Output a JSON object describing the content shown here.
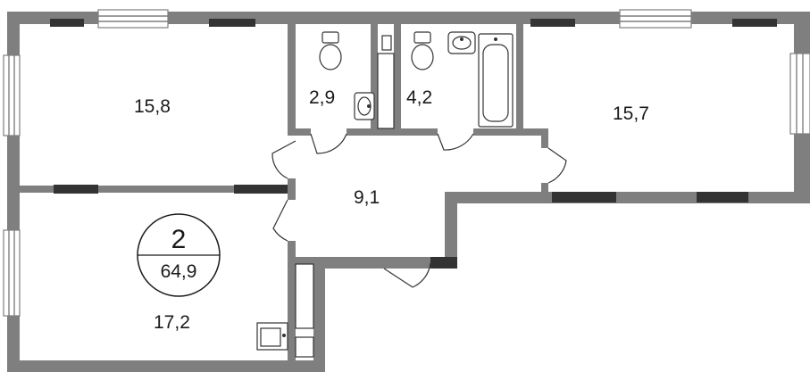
{
  "plan": {
    "rooms": [
      {
        "id": "room-1",
        "label": "15,8"
      },
      {
        "id": "bath-1",
        "label": "2,9"
      },
      {
        "id": "bath-2",
        "label": "4,2"
      },
      {
        "id": "room-2",
        "label": "15,7"
      },
      {
        "id": "hall",
        "label": "9,1"
      },
      {
        "id": "kitchen",
        "label": "17,2"
      }
    ],
    "badge": {
      "rooms_count": "2",
      "total_area": "64,9"
    }
  }
}
